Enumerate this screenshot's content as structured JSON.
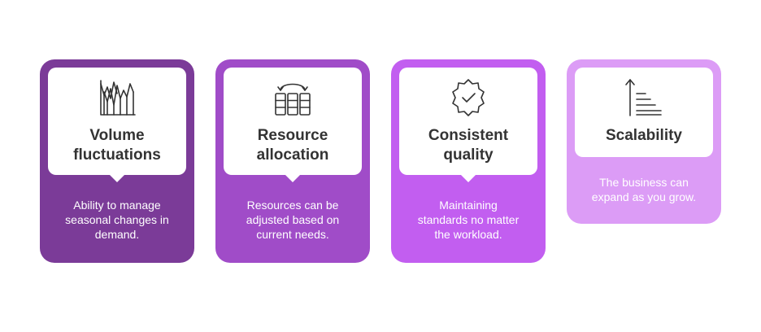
{
  "colors": {
    "card_1": "#7b3b98",
    "card_2": "#a04cc8",
    "card_3": "#c25ef0",
    "card_4": "#dc9cf6",
    "icon_stroke": "#333333",
    "title_text": "#333333",
    "desc_text": "#ffffff"
  },
  "cards": [
    {
      "icon": "line-chart-icon",
      "title": "Volume\nfluctuations",
      "description": "Ability to manage\nseasonal changes in\ndemand."
    },
    {
      "icon": "resource-allocation-icon",
      "title": "Resource\nallocation",
      "description": "Resources can be\nadjusted based on\ncurrent needs."
    },
    {
      "icon": "quality-badge-check-icon",
      "title": "Consistent\nquality",
      "description": "Maintaining\nstandards no matter\nthe workload."
    },
    {
      "icon": "scalability-growth-icon",
      "title": "Scalability",
      "description": "The business can\nexpand as you grow."
    }
  ]
}
